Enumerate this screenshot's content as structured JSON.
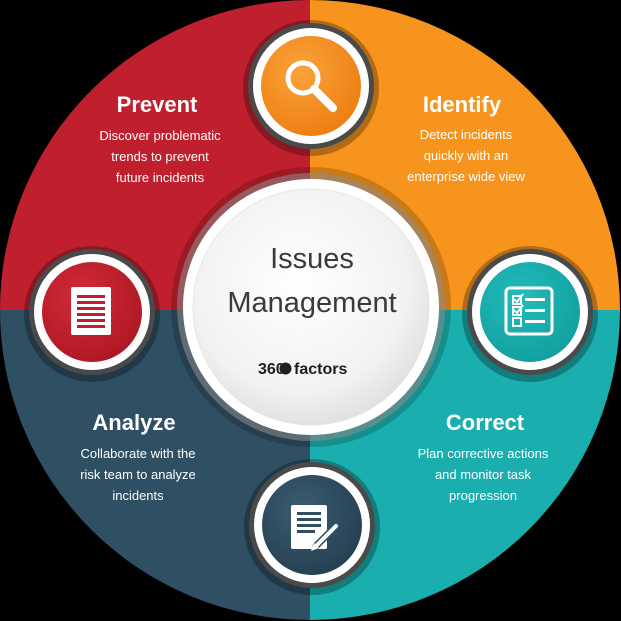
{
  "center": {
    "title_line1": "Issues",
    "title_line2": "Management",
    "brand_prefix": "360",
    "brand_suffix": "factors"
  },
  "quadrants": {
    "prevent": {
      "title": "Prevent",
      "desc1": "Discover problematic",
      "desc2": "trends to prevent",
      "desc3": "future incidents",
      "color": "#c0202e",
      "icon": "document-lines-icon"
    },
    "identify": {
      "title": "Identify",
      "desc1": "Detect incidents",
      "desc2": "quickly with an",
      "desc3": "enterprise wide view",
      "color": "#f7941d",
      "icon": "magnifier-icon"
    },
    "correct": {
      "title": "Correct",
      "desc1": "Plan corrective actions",
      "desc2": "and monitor task",
      "desc3": "progression",
      "color": "#1aaeae",
      "icon": "checklist-icon"
    },
    "analyze": {
      "title": "Analyze",
      "desc1": "Collaborate with the",
      "desc2": "risk team to analyze",
      "desc3": "incidents",
      "color": "#2f4f63",
      "icon": "document-pen-icon"
    }
  }
}
